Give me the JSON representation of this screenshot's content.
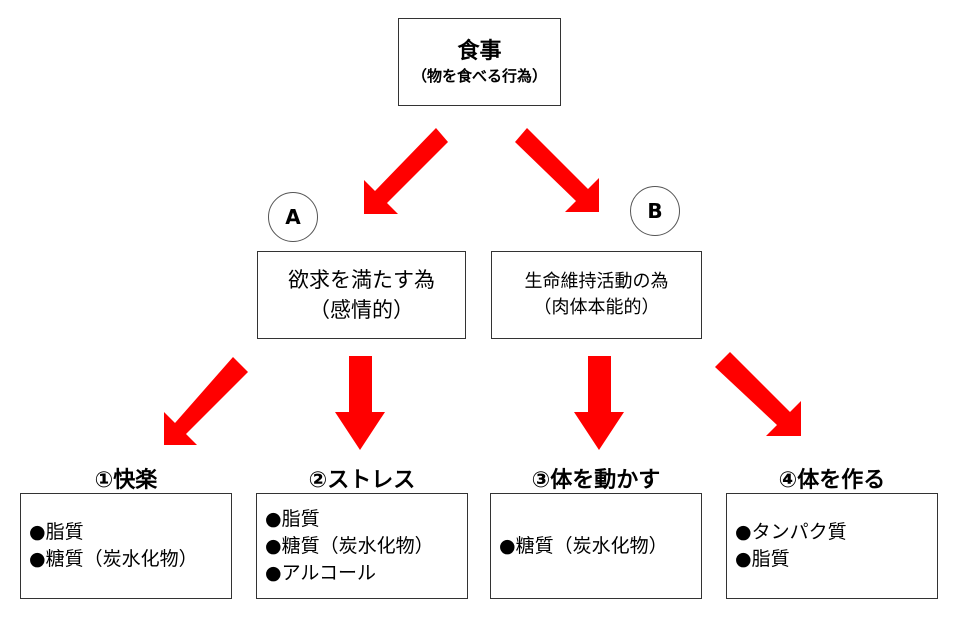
{
  "top": {
    "title": "食事",
    "subtitle": "（物を食べる行為）"
  },
  "markers": {
    "a": "A",
    "b": "B"
  },
  "branch_a": {
    "line1": "欲求を満たす為",
    "line2": "（感情的）"
  },
  "branch_b": {
    "line1": "生命維持活動の為",
    "line2": "（肉体本能的）"
  },
  "categories": [
    {
      "heading": "①快楽",
      "items": [
        "●脂質",
        "●糖質（炭水化物）"
      ]
    },
    {
      "heading": "②ストレス",
      "items": [
        "●脂質",
        "●糖質（炭水化物）",
        "●アルコール"
      ]
    },
    {
      "heading": "③体を動かす",
      "items": [
        "●糖質（炭水化物）"
      ]
    },
    {
      "heading": "④体を作る",
      "items": [
        "●タンパク質",
        "●脂質"
      ]
    }
  ],
  "colors": {
    "arrow": "#ff0000",
    "border": "#333333",
    "background": "#ffffff"
  }
}
